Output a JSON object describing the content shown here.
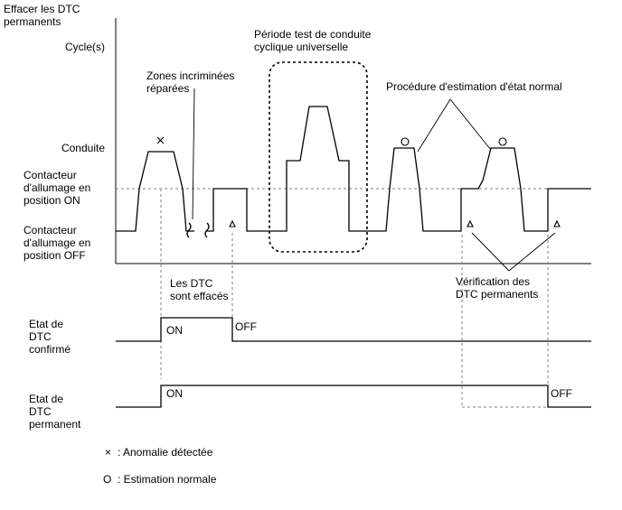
{
  "y_axis": {
    "title_line1": "Effacer les DTC",
    "title_line2": "permanents",
    "cycle_label": "Cycle(s)",
    "conduite_label": "Conduite",
    "on_label_line1": "Contacteur",
    "on_label_line2": "d'allumage en",
    "on_label_line3": "position ON",
    "off_label_line1": "Contacteur",
    "off_label_line2": "d'allumage en",
    "off_label_line3": "position OFF"
  },
  "annotations": {
    "zones_line1": "Zones incriminées",
    "zones_line2": "réparées",
    "period_line1": "Période test de conduite",
    "period_line2": "cyclique universelle",
    "procedure": "Procédure d'estimation d'état normal",
    "effaces_line1": "Les DTC",
    "effaces_line2": "sont effacés",
    "verif_line1": "Vérification des",
    "verif_line2": "DTC permanents"
  },
  "confirmed": {
    "label_line1": "Etat de",
    "label_line2": "DTC",
    "label_line3": "confirmé",
    "on": "ON",
    "off": "OFF"
  },
  "permanent": {
    "label_line1": "Etat de",
    "label_line2": "DTC",
    "label_line3": "permanent",
    "on": "ON",
    "off": "OFF"
  },
  "legend": {
    "cross_symbol": "×",
    "cross_text": ": Anomalie détectée",
    "circle_symbol": "O",
    "circle_text": ": Estimation normale"
  }
}
